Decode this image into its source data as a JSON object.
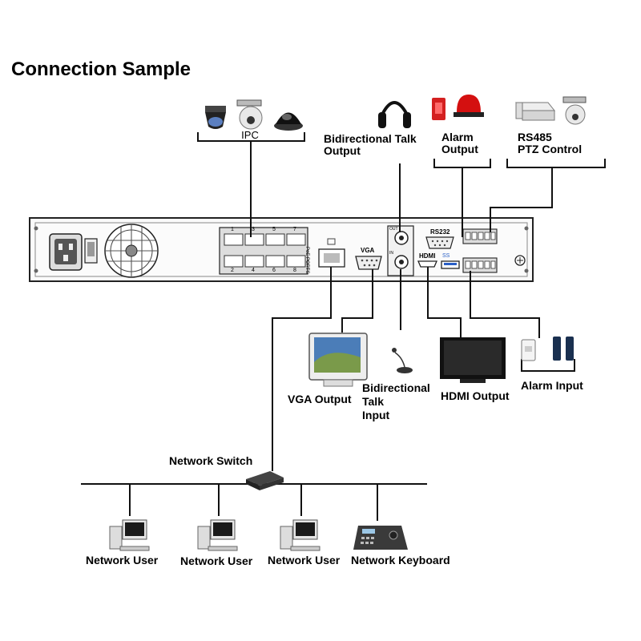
{
  "title": "Connection Sample",
  "labels": {
    "ipc": "IPC",
    "talk_output": [
      "Bidirectional Talk",
      "Output"
    ],
    "alarm_output": [
      "Alarm",
      "Output"
    ],
    "rs485": [
      "RS485",
      "PTZ Control"
    ],
    "vga_output": "VGA Output",
    "talk_input": [
      "Bidirectional",
      "Talk",
      "Input"
    ],
    "hdmi_output": "HDMI Output",
    "alarm_input": "Alarm Input",
    "network_switch": "Network Switch",
    "network_users": [
      "Network User",
      "Network User",
      "Network User"
    ],
    "network_keyboard": "Network Keyboard"
  },
  "panel": {
    "vga": "VGA",
    "rs232": "RS232",
    "hdmi": "HDMI",
    "usb": "SS",
    "poe": "PoE PORTS",
    "port_numbers_top": [
      "1",
      "3",
      "5",
      "7"
    ],
    "port_numbers_bottom": [
      "2",
      "4",
      "6",
      "8"
    ],
    "out": "OUT",
    "in": "IN"
  },
  "icons": [
    "speed-dome-camera-icon",
    "ptz-camera-icon",
    "dome-camera-icon",
    "headphones-icon",
    "strobe-light-icon",
    "alarm-siren-icon",
    "ptz-decoder-icon",
    "monitor-icon",
    "microphone-icon",
    "tv-icon",
    "motion-sensor-icon",
    "beam-sensor-icon",
    "network-switch-icon",
    "computer-icon",
    "keyboard-controller-icon"
  ]
}
